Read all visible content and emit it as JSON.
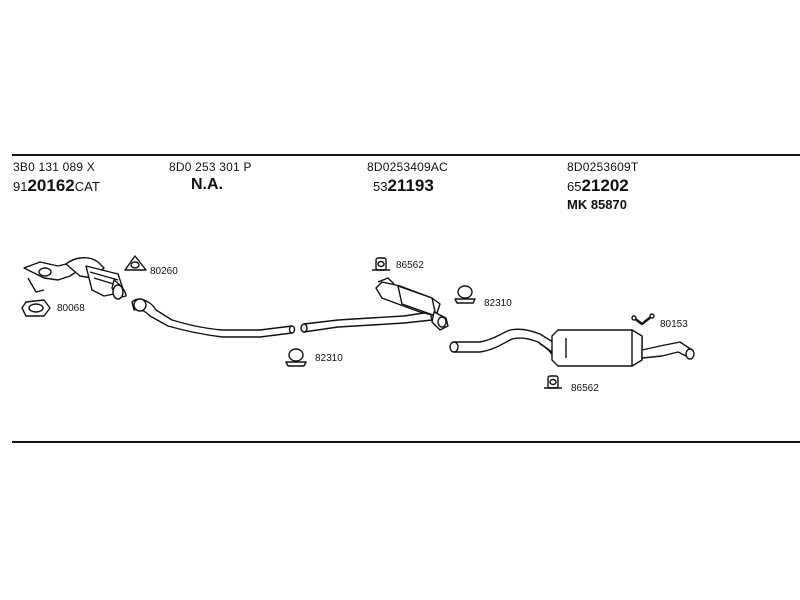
{
  "groups": [
    {
      "oem": "3B0 131 089 X",
      "prefix": "91",
      "code": "20162",
      "suffix": "CAT"
    },
    {
      "oem": "8D0 253 301 P",
      "na": "N.A."
    },
    {
      "oem": "8D0253409AC",
      "prefix": "53",
      "code": "21193"
    },
    {
      "oem": "8D0253609T",
      "prefix": "65",
      "code": "21202",
      "mk": "MK  85870"
    }
  ],
  "parts": {
    "gasket_80068": "80068",
    "gasket_80260": "80260",
    "clamp_82310_a": "82310",
    "hanger_86562_a": "86562",
    "clamp_82310_b": "82310",
    "hanger_86562_b": "86562",
    "bracket_80153": "80153"
  }
}
